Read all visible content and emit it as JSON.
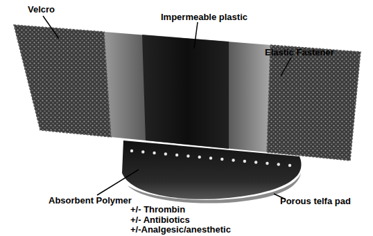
{
  "diagram": {
    "labels": [
      "Velcro",
      "Impermeable plastic",
      "Elastic Fastener",
      "Absorbent Polymer",
      "+/- Thrombin",
      "+/- Antibiotics",
      "+/-Analgesic/anesthetic",
      "Porous telfa pad"
    ]
  }
}
